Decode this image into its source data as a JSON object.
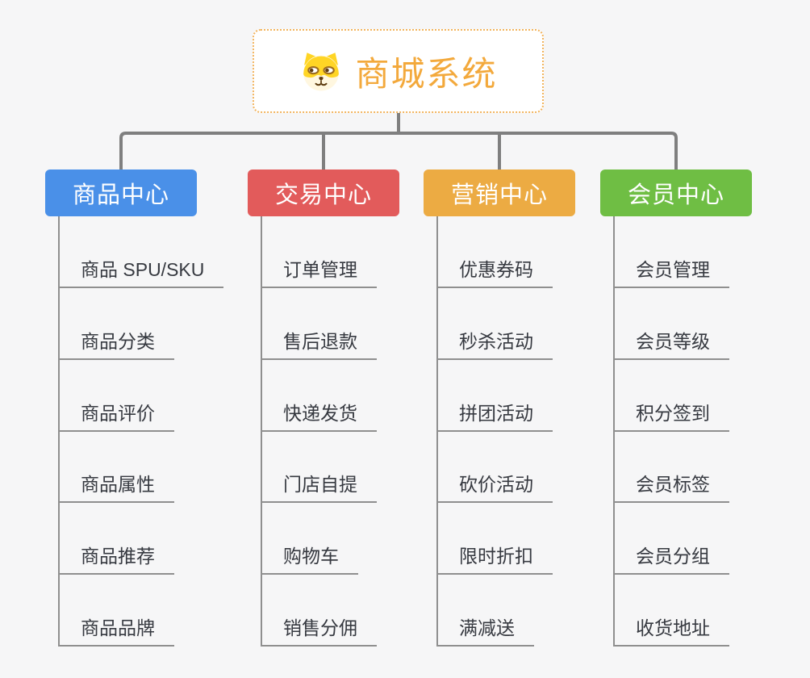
{
  "root": {
    "title": "商城系统",
    "icon": "shiba-dog-mascot-icon"
  },
  "colors": {
    "background": "#f6f6f7",
    "top_connector": "#7f7f7f",
    "branch_line": "#8f8f8f",
    "root_accent": "#f3a93c",
    "root_border": "#f2b45e",
    "item_text": "#363940",
    "branch_label_text": "#ffffff"
  },
  "branches": [
    {
      "label": "商品中心",
      "color": "#4a90e8",
      "items": [
        "商品 SPU/SKU",
        "商品分类",
        "商品评价",
        "商品属性",
        "商品推荐",
        "商品品牌"
      ]
    },
    {
      "label": "交易中心",
      "color": "#e25b5b",
      "items": [
        "订单管理",
        "售后退款",
        "快递发货",
        "门店自提",
        "购物车",
        "销售分佣"
      ]
    },
    {
      "label": "营销中心",
      "color": "#ecab43",
      "items": [
        "优惠券码",
        "秒杀活动",
        "拼团活动",
        "砍价活动",
        "限时折扣",
        "满减送"
      ]
    },
    {
      "label": "会员中心",
      "color": "#6fbe44",
      "items": [
        "会员管理",
        "会员等级",
        "积分签到",
        "会员标签",
        "会员分组",
        "收货地址"
      ]
    }
  ]
}
